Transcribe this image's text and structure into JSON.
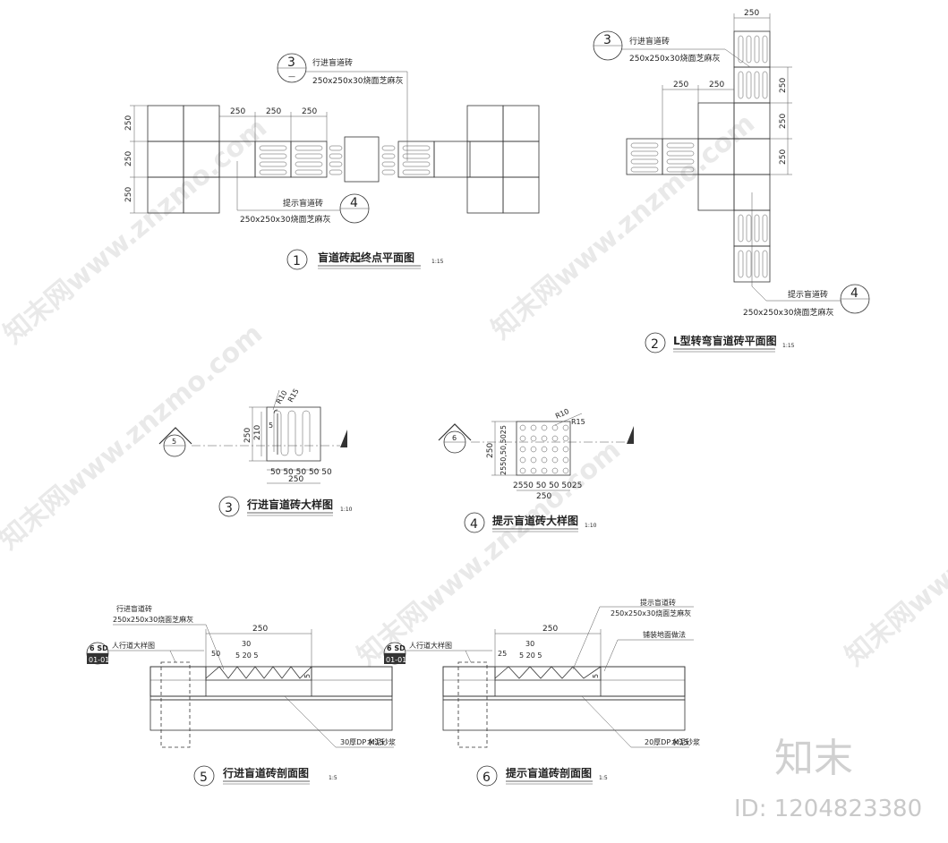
{
  "diagrams": {
    "d1": {
      "num": "1",
      "title": "盲道砖起终点平面图",
      "scale": "1:15",
      "dims_h": [
        "250",
        "250",
        "250"
      ],
      "dims_v": [
        "250",
        "250",
        "250"
      ],
      "callout_top": {
        "num": "3",
        "l1": "行进盲道砖",
        "l2": "250x250x30烧面芝麻灰"
      },
      "callout_bottom": {
        "num": "4",
        "l1": "提示盲道砖",
        "l2": "250x250x30烧面芝麻灰"
      }
    },
    "d2": {
      "num": "2",
      "title": "L型转弯盲道砖平面图",
      "scale": "1:15",
      "dim_top": "250",
      "dims_h": [
        "250",
        "250"
      ],
      "dims_v": [
        "250",
        "250",
        "250"
      ],
      "callout_top": {
        "num": "3",
        "l1": "行进盲道砖",
        "l2": "250x250x30烧面芝麻灰"
      },
      "callout_bottom": {
        "num": "4",
        "l1": "提示盲道砖",
        "l2": "250x250x30烧面芝麻灰"
      }
    },
    "d3": {
      "num": "3",
      "title": "行进盲道砖大样图",
      "scale": "1:10",
      "section_mark": "5",
      "r1": "R10",
      "r2": "R15",
      "dim_v_outer": "250",
      "dim_v_inner": "210",
      "dim_v_small": "5",
      "dims_bottom": "50 50 50 50 50",
      "dim_bottom_total": "250"
    },
    "d4": {
      "num": "4",
      "title": "提示盲道砖大样图",
      "scale": "1:10",
      "section_mark": "6",
      "r1": "R10",
      "r2": "R15",
      "dim_v_outer": "250",
      "dim_v_inner": "2550,50,5025",
      "dims_bottom": "2550 50 50 5025",
      "dim_bottom_total": "250"
    },
    "d5": {
      "num": "5",
      "title": "行进盲道砖剖面图",
      "scale": "1:5",
      "ref_top": "6 SD",
      "ref_bottom": "01-01",
      "note_a1": "行进盲道砖",
      "note_a2": "250x250x30烧面芝麻灰",
      "note_b": "人行道大样图",
      "dim_250": "250",
      "dim_50": "50",
      "dim_30": "30",
      "dim_small": "5 20 5",
      "dim_5": "5",
      "note_c": "30厚DP M15",
      "note_c2": "水泥砂浆"
    },
    "d6": {
      "num": "6",
      "title": "提示盲道砖剖面图",
      "scale": "1:5",
      "ref_top": "6 SD",
      "ref_bottom": "01-01",
      "note_a1": "提示盲道砖",
      "note_a2": "250x250x30烧面芝麻灰",
      "note_b": "人行道大样图",
      "note_d": "铺装地面做法",
      "dim_250": "250",
      "dim_25": "25",
      "dim_30": "30",
      "dim_small": "5 20 5",
      "dim_5": "5",
      "note_c": "20厚DP M15",
      "note_c2": "水泥砂浆"
    }
  },
  "watermark": {
    "text": "知末网www.znzmo.com",
    "brand": "知末",
    "id": "ID: 1204823380"
  }
}
